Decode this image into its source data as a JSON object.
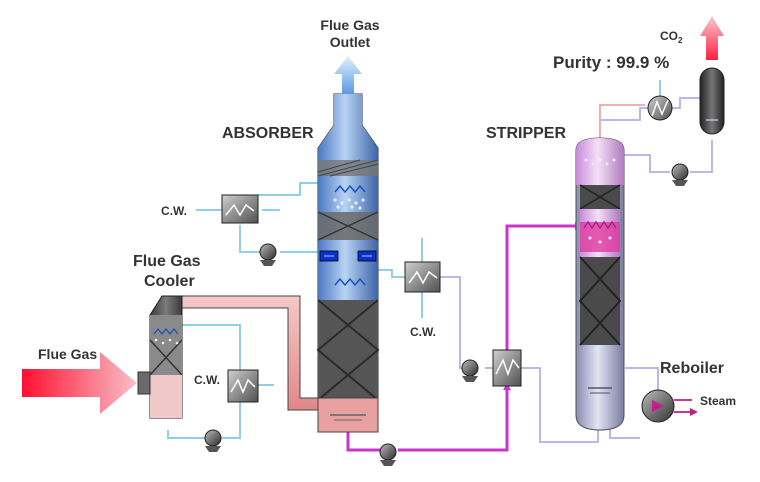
{
  "labels": {
    "flue_gas_outlet_line1": "Flue Gas",
    "flue_gas_outlet_line2": "Outlet",
    "absorber": "ABSORBER",
    "stripper": "STRIPPER",
    "flue_gas_cooler_line1": "Flue Gas",
    "flue_gas_cooler_line2": "Cooler",
    "flue_gas_inlet": "Flue Gas",
    "cw_absorber": "C.W.",
    "cw_mid": "C.W.",
    "cw_cooler": "C.W.",
    "reboiler": "Reboiler",
    "steam": "Steam",
    "co2_base": "CO",
    "co2_sub": "2",
    "purity": "Purity : 99.9 %"
  },
  "colors": {
    "absorber_top": "#5f8fd0",
    "stripper_top": "#e8c0f0",
    "rich_amine_line": "#cc33cc",
    "cooling_water_line": "#8fd0e8",
    "lean_amine_line": "#b8a8e0",
    "flue_gas_arrow": "#e0203a",
    "co2_line": "#f0b0b0"
  },
  "icons": [
    "pump-icon",
    "heat-exchanger-icon",
    "packing-bed-icon",
    "distributor-icon",
    "flow-arrow-icon"
  ]
}
